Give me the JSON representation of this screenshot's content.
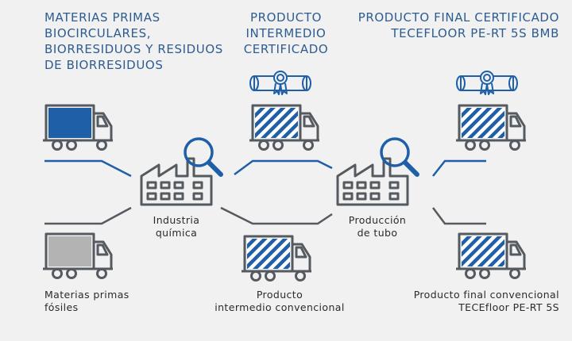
{
  "headings": {
    "left": "MATERIAS PRIMAS\nBIOCIRCULARES,\nBIORRESIDUOS Y RESIDUOS\nDE BIORRESIDUOS",
    "middle": "PRODUCTO\nINTERMEDIO\nCERTIFICADO",
    "right": "PRODUCTO FINAL CERTIFICADO\nTECEFLOOR PE-RT 5S BMB"
  },
  "labels": {
    "chemical_industry": "Industria\nquímica",
    "pipe_production": "Producción\nde tubo",
    "fossil_raw": "Materias primas\nfósiles",
    "conventional_intermediate": "Producto\nintermedio convencional",
    "conventional_final": "Producto final convencional\nTECEfloor PE-RT 5S"
  },
  "colors": {
    "blue_accent": "#1f5fa8",
    "grey_line": "#555a60",
    "gray_cargo": "#b3b3b3",
    "heading_text": "#2e5c8e"
  },
  "icons": [
    "truck-icon",
    "factory-icon",
    "magnifier-icon",
    "certificate-icon"
  ]
}
